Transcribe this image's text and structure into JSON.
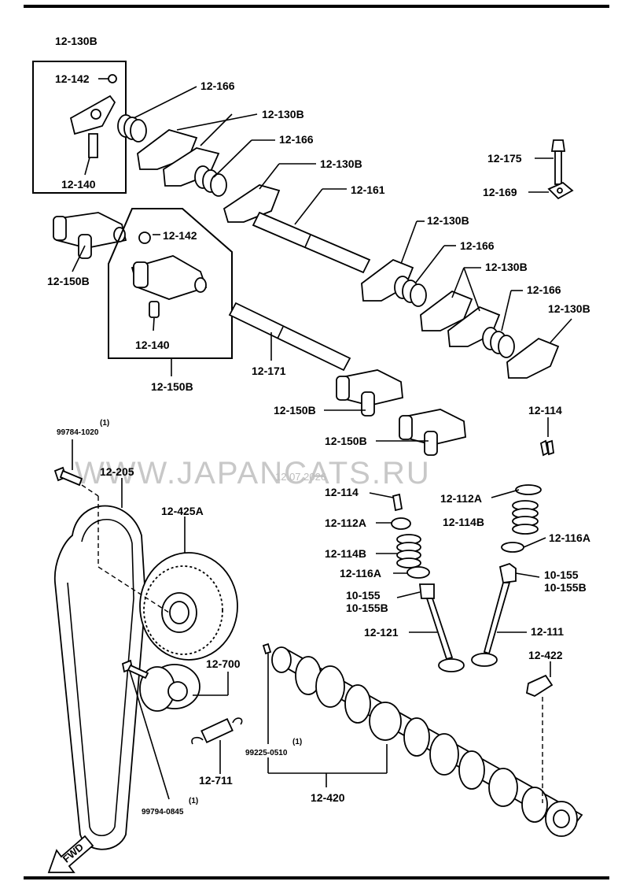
{
  "watermark": {
    "text": "WWW.JAPANCATS.RU",
    "date": "12.07.2026"
  },
  "fwd_label": "FWD",
  "labels": {
    "l_130b_1": "12-130B",
    "l_142_1": "12-142",
    "l_140_1": "12-140",
    "l_166_1": "12-166",
    "l_130b_2": "12-130B",
    "l_166_2": "12-166",
    "l_130b_3": "12-130B",
    "l_161": "12-161",
    "l_175": "12-175",
    "l_169": "12-169",
    "l_150b_1": "12-150B",
    "l_142_2": "12-142",
    "l_140_2": "12-140",
    "l_150b_2": "12-150B",
    "l_130b_4": "12-130B",
    "l_166_3": "12-166",
    "l_130b_5": "12-130B",
    "l_166_4": "12-166",
    "l_130b_6": "12-130B",
    "l_171": "12-171",
    "l_150b_3": "12-150B",
    "l_150b_4": "12-150B",
    "l_114_1": "12-114",
    "l_99784": "99784-1020",
    "l_99784_q": "(1)",
    "l_205": "12-205",
    "l_425a": "12-425A",
    "l_114_2": "12-114",
    "l_112a_1": "12-112A",
    "l_114b_1": "12-114B",
    "l_112a_2": "12-112A",
    "l_114b_2": "12-114B",
    "l_116a_1": "12-116A",
    "l_116a_2": "12-116A",
    "l_10155_1": "10-155",
    "l_10155b_1": "10-155B",
    "l_10155_2": "10-155",
    "l_10155b_2": "10-155B",
    "l_121": "12-121",
    "l_111": "12-111",
    "l_700": "12-700",
    "l_422": "12-422",
    "l_99225": "99225-0510",
    "l_99225_q": "(1)",
    "l_711": "12-711",
    "l_420": "12-420",
    "l_99794": "99794-0845",
    "l_99794_q": "(1)"
  }
}
